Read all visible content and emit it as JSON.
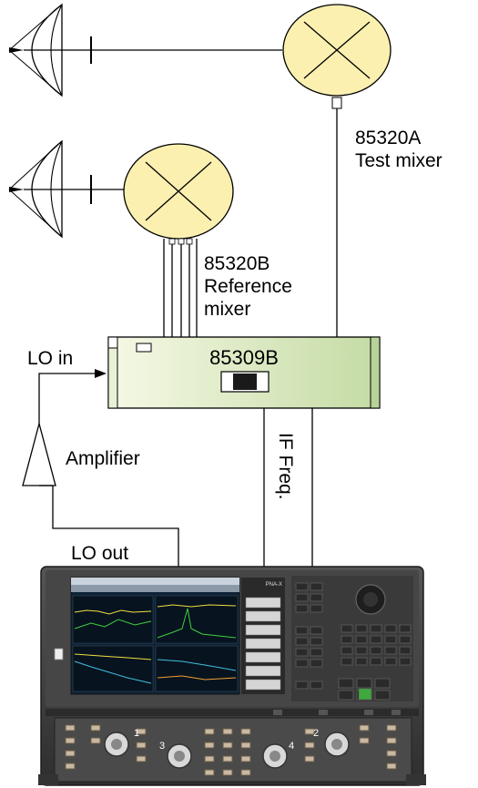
{
  "labels": {
    "test_mixer_model": "85320A",
    "test_mixer_name": "Test mixer",
    "ref_mixer_model": "85320B",
    "ref_mixer_name_1": "Reference",
    "ref_mixer_name_2": "mixer",
    "if_box_model": "85309B",
    "lo_in": "LO in",
    "amplifier": "Amplifier",
    "if_freq": "IF Freq.",
    "lo_out": "LO out"
  },
  "analyzer": {
    "brand": "PNA-X",
    "port_labels": [
      "1",
      "2",
      "3",
      "4"
    ]
  },
  "colors": {
    "mixer_fill": "#fbf0b0",
    "if_box_gradient_start": "#f6f9e6",
    "if_box_gradient_end": "#c4dba4",
    "instrument_body": "#3c3c3c",
    "screen_bg": "#0e2236",
    "trace_yellow": "#f0e040",
    "trace_green": "#40d040",
    "trace_cyan": "#40c0e0"
  }
}
